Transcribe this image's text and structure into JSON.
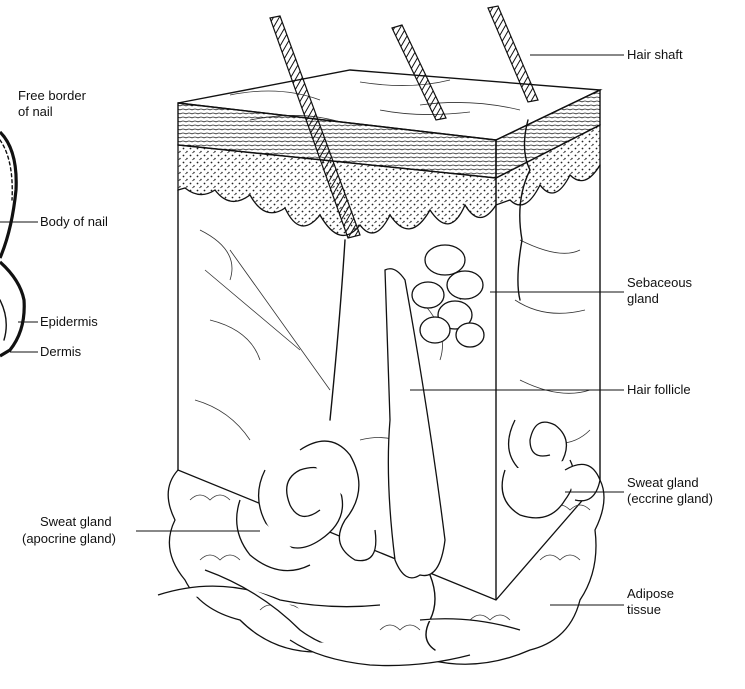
{
  "labels": {
    "free_border_line1": "Free border",
    "free_border_line2": "of nail",
    "body_of_nail": "Body of nail",
    "epidermis": "Epidermis",
    "dermis": "Dermis",
    "hair_shaft": "Hair shaft",
    "sebaceous_line1": "Sebaceous",
    "sebaceous_line2": "gland",
    "hair_follicle": "Hair follicle",
    "sweat_eccrine_line1": "Sweat gland",
    "sweat_eccrine_line2": "(eccrine gland)",
    "sweat_apocrine_line1": "Sweat gland",
    "sweat_apocrine_line2": "(apocrine gland)",
    "adipose_line1": "Adipose",
    "adipose_line2": "tissue"
  },
  "colors": {
    "ink": "#111111",
    "background": "#ffffff"
  }
}
